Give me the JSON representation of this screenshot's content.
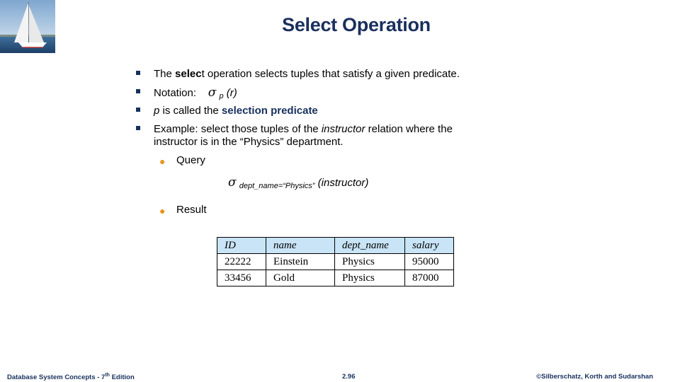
{
  "slide": {
    "title": "Select Operation",
    "bullets": {
      "b1": {
        "pre": "The ",
        "bold": "selec",
        "boldt": "t",
        "post": " operation selects tuples that satisfy a given predicate."
      },
      "b2": {
        "label": "Notation:",
        "sigma": "σ",
        "sub": "p",
        "post": "(r)"
      },
      "b3": {
        "p": "p",
        "mid": " is called the ",
        "bold": "selection predicate"
      },
      "b4": {
        "l1_pre": "Example: select those tuples of the ",
        "l1_it": "instructor",
        "l1_post": " relation where the",
        "l2": "instructor is in the “Physics” department."
      }
    },
    "sub_bullets": {
      "query": "Query",
      "result": "Result"
    },
    "query_expr": {
      "sigma": "σ",
      "sub": "dept_name=“Physics”",
      "arg": "(instructor)"
    },
    "result_table": {
      "headers": [
        "ID",
        "name",
        "dept_name",
        "salary"
      ],
      "rows": [
        [
          "22222",
          "Einstein",
          "Physics",
          "95000"
        ],
        [
          "33456",
          "Gold",
          "Physics",
          "87000"
        ]
      ]
    }
  },
  "footer": {
    "left_main": "Database System Concepts - 7",
    "left_sup": "th",
    "left_end": " Edition",
    "center": "2.96",
    "right": "©Silberschatz, Korth and Sudarshan"
  },
  "colors": {
    "title": "#1a2f5e",
    "bullet": "#17305c",
    "sub_bullet": "#e8951f",
    "table_header": "#c8e4f6"
  }
}
